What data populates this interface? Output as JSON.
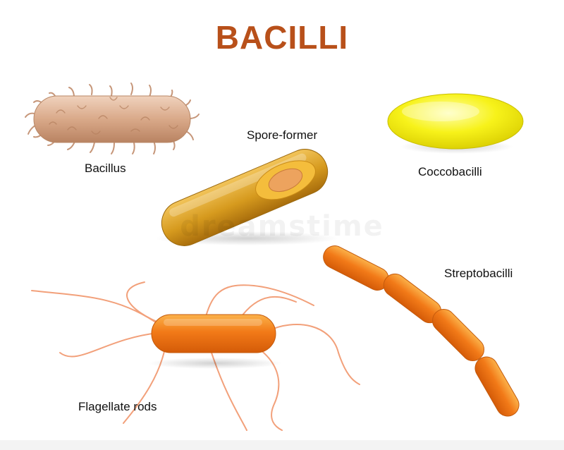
{
  "title": "BACILLI",
  "labels": {
    "bacillus": "Bacillus",
    "spore_former": "Spore-former",
    "coccobacilli": "Coccobacilli",
    "streptobacilli": "Streptobacilli",
    "flagellate_rods": "Flagellate rods"
  },
  "colors": {
    "title": "#b8501a",
    "bacillus_body": "#d9a989",
    "bacillus_hair": "#c69679",
    "spore_former_body": "#d69a1e",
    "spore_former_inner": "#f2b73a",
    "spore": "#eda35e",
    "coccobacilli": "#f2f20a",
    "rods": "#f27a18",
    "flagella": "#f2a07a"
  },
  "watermark": "dreamstime"
}
